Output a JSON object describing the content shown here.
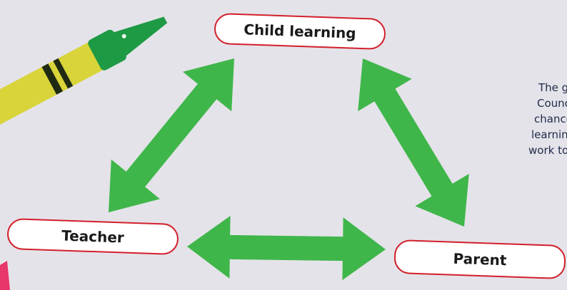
{
  "colors": {
    "background": "#e4e3e9",
    "arrow": "#3fb64a",
    "node_border": "#d21f2b",
    "crayon_body": "#d8d43a",
    "crayon_tip": "#1e9a45",
    "crayon_stripe": "#1f2a12",
    "text": "#1a1a1a"
  },
  "icons": {
    "crayon": "green-crayon-icon",
    "arrow": "double-headed-arrow-icon"
  },
  "nodes": {
    "child": "Child learning",
    "teacher": "Teacher",
    "parent": "Parent"
  },
  "caption_lines": [
    "The glo",
    "Councii",
    "chance",
    "learning",
    "work tog"
  ]
}
